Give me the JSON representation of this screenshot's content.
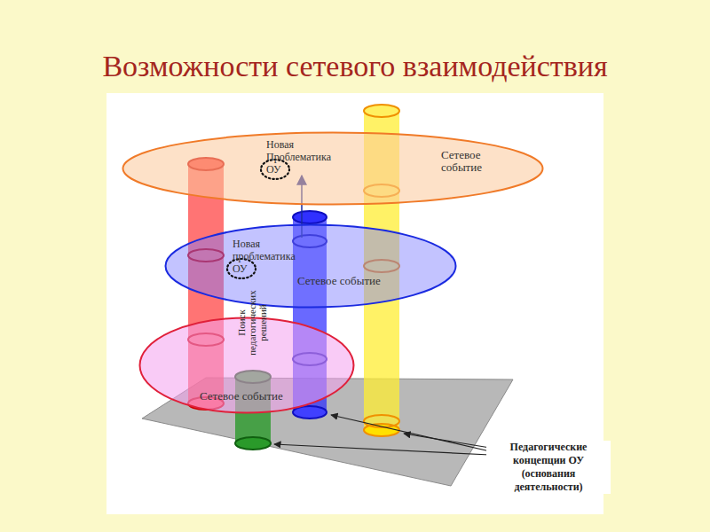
{
  "diagram": {
    "title": "Возможности сетевого взаимодействия",
    "nodes": [
      {
        "text": [
          "Сетевое событие"
        ]
      },
      {
        "text": [
          "Новая Проблематика ОУ"
        ],
        "in": 0
      },
      {
        "text": [
          "Сетевое событие"
        ]
      },
      {
        "text": [
          "Новая проблематика ОУ"
        ],
        "in": 2
      },
      {
        "text": [
          "Сетевое событие"
        ]
      }
    ],
    "edges": [
      {
        "from": 3,
        "to": 1,
        "arrow": "to"
      }
    ],
    "labels": [
      "Поиск педагогических решений",
      "Педагогические концепции ОУ (основания деятельности)"
    ]
  }
}
